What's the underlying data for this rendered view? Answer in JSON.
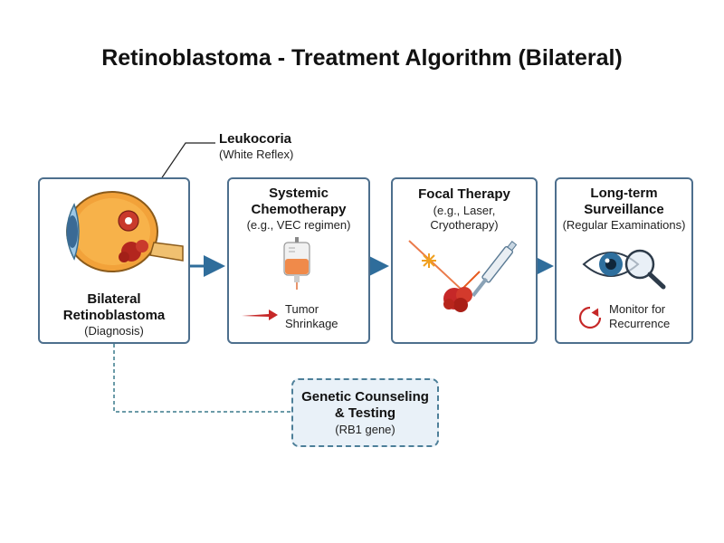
{
  "title": "Retinoblastoma - Treatment Algorithm (Bilateral)",
  "leukocoria": {
    "title": "Leukocoria",
    "subtitle": "(White Reflex)"
  },
  "steps": [
    {
      "title_line1": "Bilateral",
      "title_line2": "Retinoblastoma",
      "subtitle": "(Diagnosis)"
    },
    {
      "title_line1": "Systemic",
      "title_line2": "Chemotherapy",
      "subtitle": "(e.g., VEC regimen)",
      "note_line1": "Tumor",
      "note_line2": "Shrinkage"
    },
    {
      "title_line1": "Focal Therapy",
      "subtitle_line1": "(e.g., Laser,",
      "subtitle_line2": "Cryotherapy)"
    },
    {
      "title_line1": "Long-term",
      "title_line2": "Surveillance",
      "subtitle": "(Regular Examinations)",
      "note_line1": "Monitor for",
      "note_line2": "Recurrence"
    }
  ],
  "genetic": {
    "title_line1": "Genetic Counseling",
    "title_line2": "& Testing",
    "subtitle": "(RB1 gene)"
  },
  "colors": {
    "border": "#4d6f8d",
    "arrow": "#2f6d9b",
    "tumor": "#c62828",
    "iris": "#2e6f9e"
  },
  "icons": [
    "eye-anatomy-icon",
    "iv-bag-icon",
    "shrink-arrow-icon",
    "laser-probe-icon",
    "tumor-icon",
    "eye-magnifier-icon",
    "recurrence-cycle-icon"
  ]
}
